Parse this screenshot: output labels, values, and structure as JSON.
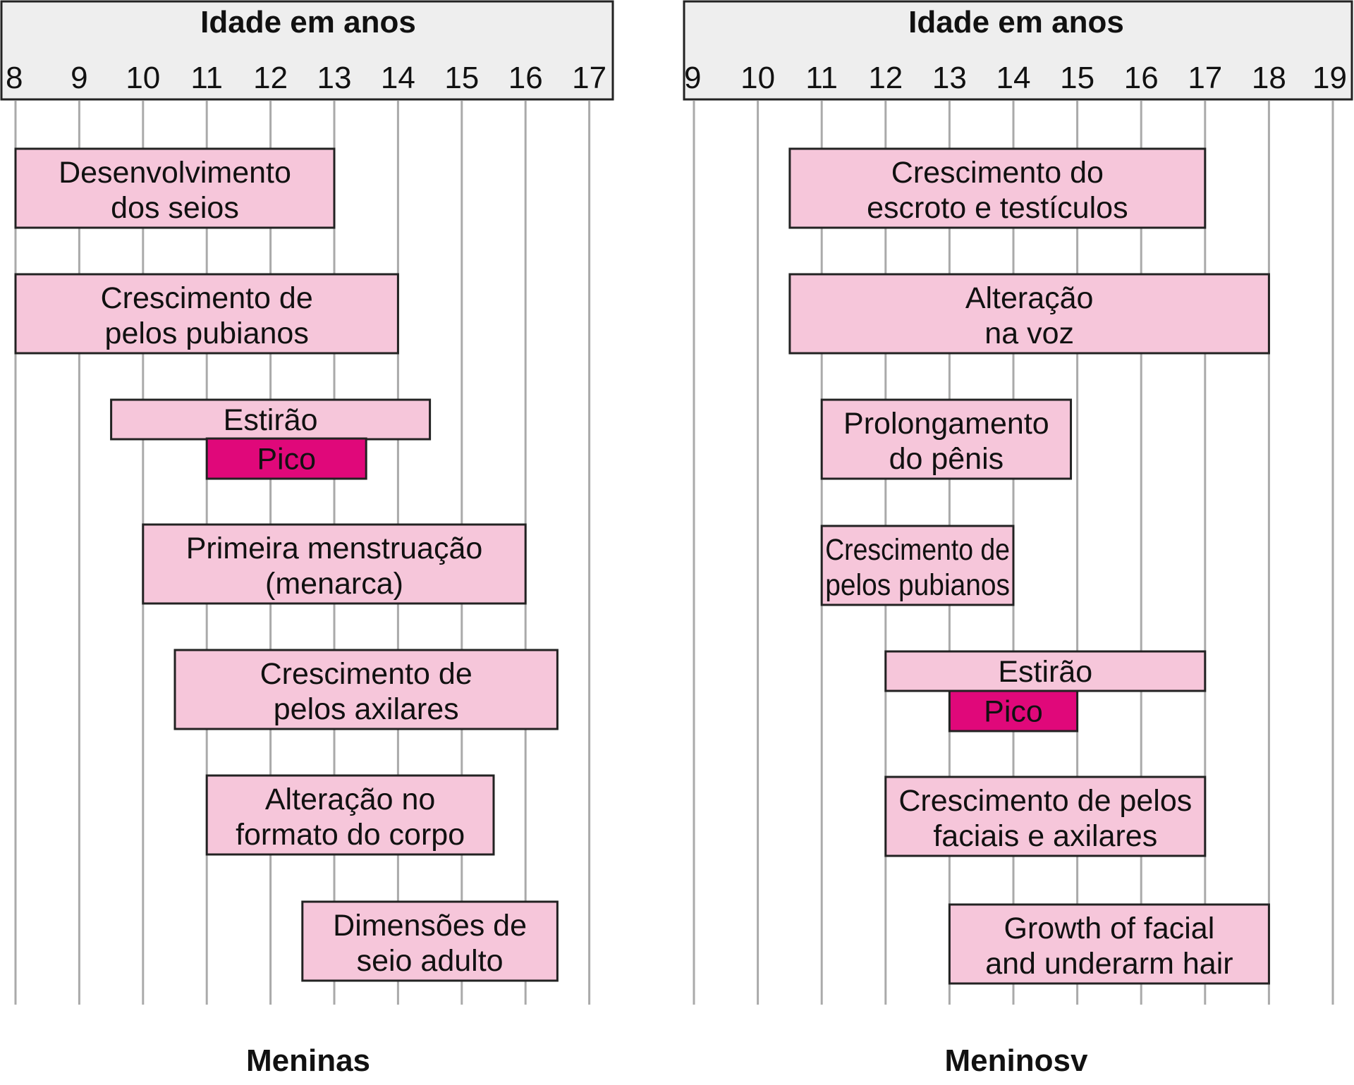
{
  "chart_data": [
    {
      "type": "bar",
      "title": "Meninas",
      "xlabel": "Idade em anos",
      "xlim": [
        8,
        17
      ],
      "ticks": [
        8,
        9,
        10,
        11,
        12,
        13,
        14,
        15,
        16,
        17
      ],
      "grid": true,
      "bars": [
        {
          "label": [
            "Desenvolvimento",
            "dos seios"
          ],
          "start": 8,
          "end": 13,
          "kind": "range"
        },
        {
          "label": [
            "Crescimento de",
            "pelos pubianos"
          ],
          "start": 8,
          "end": 14,
          "kind": "range"
        },
        {
          "label": [
            "Estirão"
          ],
          "start": 9.5,
          "end": 14.5,
          "kind": "range"
        },
        {
          "label": [
            "Pico"
          ],
          "start": 11,
          "end": 13.5,
          "kind": "peak"
        },
        {
          "label": [
            "Primeira menstruação",
            "(menarca)"
          ],
          "start": 10,
          "end": 16,
          "kind": "range"
        },
        {
          "label": [
            "Crescimento de",
            "pelos axilares"
          ],
          "start": 10.5,
          "end": 16.5,
          "kind": "range"
        },
        {
          "label": [
            "Alteração no",
            "formato do corpo"
          ],
          "start": 11,
          "end": 15.5,
          "kind": "range"
        },
        {
          "label": [
            "Dimensões de",
            "seio adulto"
          ],
          "start": 12.5,
          "end": 16.5,
          "kind": "range"
        }
      ]
    },
    {
      "type": "bar",
      "title": "Meninosv",
      "xlabel": "Idade em anos",
      "xlim": [
        9,
        19
      ],
      "ticks": [
        9,
        10,
        11,
        12,
        13,
        14,
        15,
        16,
        17,
        18,
        19
      ],
      "grid": true,
      "bars": [
        {
          "label": [
            "Crescimento do",
            "escroto e testículos"
          ],
          "start": 10.5,
          "end": 17,
          "kind": "range"
        },
        {
          "label": [
            "Alteração",
            "na voz"
          ],
          "start": 10.5,
          "end": 18,
          "kind": "range"
        },
        {
          "label": [
            "Prolongamento",
            "do pênis"
          ],
          "start": 11,
          "end": 14.9,
          "kind": "range"
        },
        {
          "label": [
            "Crescimento de",
            "pelos pubianos"
          ],
          "start": 11,
          "end": 14,
          "kind": "range"
        },
        {
          "label": [
            "Estirão"
          ],
          "start": 12,
          "end": 17,
          "kind": "range"
        },
        {
          "label": [
            "Pico"
          ],
          "start": 13,
          "end": 15,
          "kind": "peak"
        },
        {
          "label": [
            "Crescimento de pelos",
            "faciais e axilares"
          ],
          "start": 12,
          "end": 17,
          "kind": "range"
        },
        {
          "label": [
            "Growth of facial",
            "and underarm hair"
          ],
          "start": 13,
          "end": 18,
          "kind": "range"
        }
      ]
    }
  ],
  "colors": {
    "bar_fill": "#f6c6da",
    "peak_fill": "#e0087a",
    "header_fill": "#eeeeee",
    "grid": "#aaaaaa",
    "border": "#222222"
  }
}
